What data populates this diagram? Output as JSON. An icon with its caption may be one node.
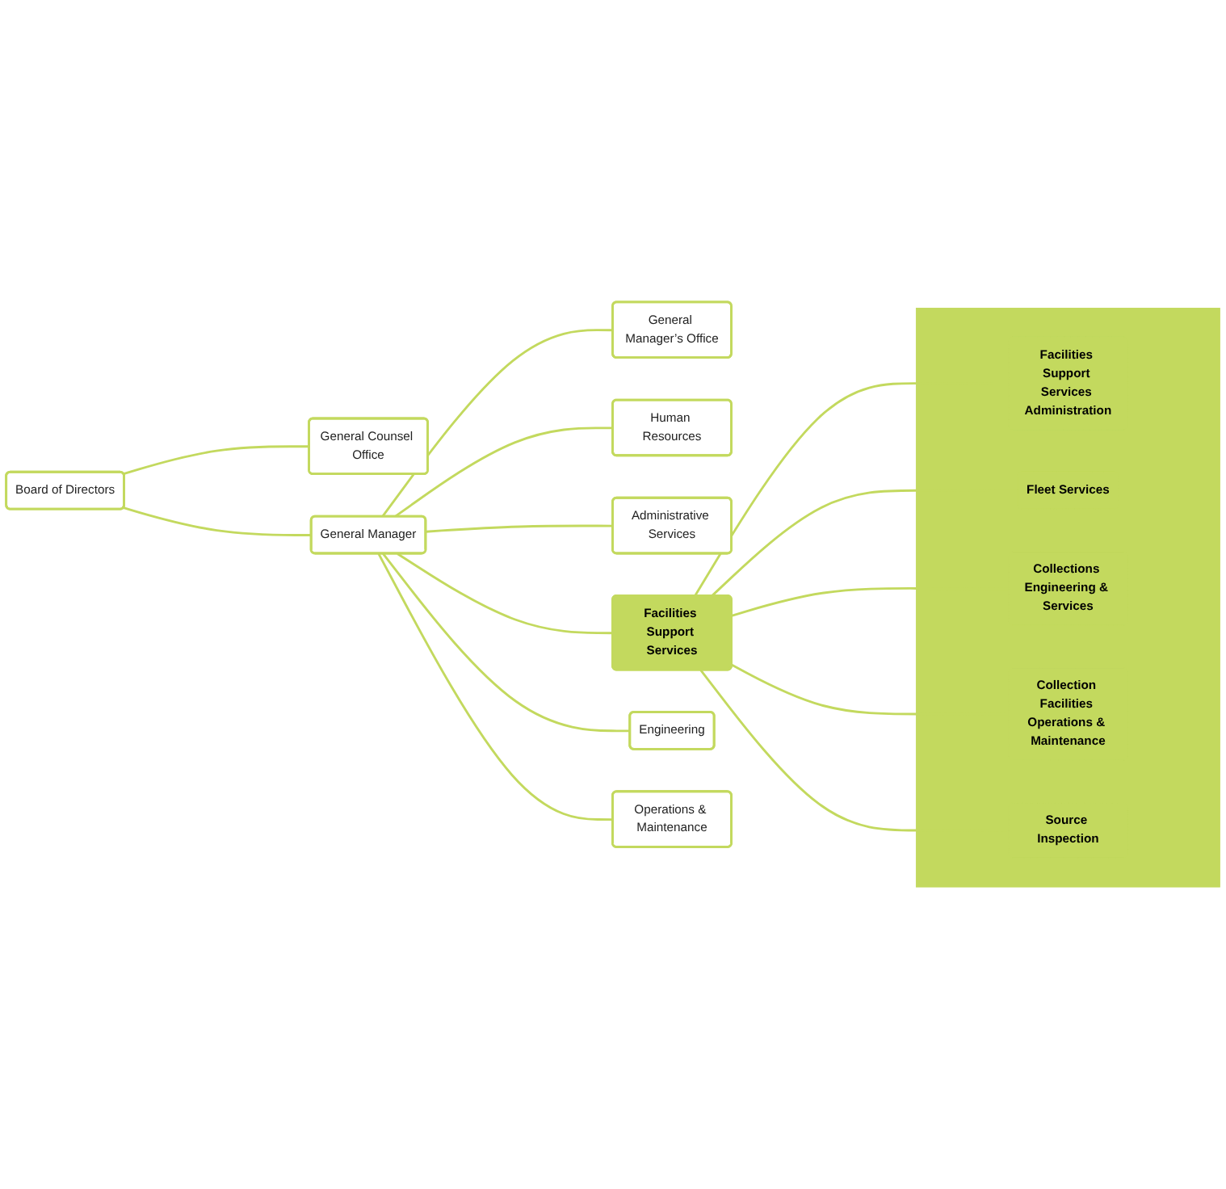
{
  "diagram": {
    "nodes": [
      {
        "text": [
          "Board of Directors"
        ]
      },
      {
        "text": [
          "General Counsel Office"
        ]
      },
      {
        "text": [
          "General Manager"
        ]
      },
      {
        "text": [
          "General Manager’s Office"
        ]
      },
      {
        "text": [
          "Human Resources"
        ]
      },
      {
        "text": [
          "Administrative Services"
        ]
      },
      {
        "text": [
          "Facilities Support Services"
        ]
      },
      {
        "text": [
          "Engineering"
        ]
      },
      {
        "text": [
          "Operations & Maintenance"
        ]
      },
      {
        "text": [],
        "shape": "box"
      },
      {
        "text": [
          "Facilities Support Services Administration"
        ],
        "in": 9
      },
      {
        "text": [
          "Fleet Services"
        ],
        "in": 9
      },
      {
        "text": [
          "Collections Engineering & Services"
        ],
        "in": 9
      },
      {
        "text": [
          "Collection Facilities Operations & Maintenance"
        ],
        "in": 9
      },
      {
        "text": [
          "Source Inspection"
        ],
        "in": 9
      }
    ],
    "edges": [
      {
        "from": 0,
        "to": 1,
        "arrow": "none"
      },
      {
        "from": 0,
        "to": 2,
        "arrow": "none"
      },
      {
        "from": 2,
        "to": 3,
        "arrow": "none"
      },
      {
        "from": 2,
        "to": 4,
        "arrow": "none"
      },
      {
        "from": 2,
        "to": 5,
        "arrow": "none"
      },
      {
        "from": 2,
        "to": 6,
        "arrow": "none"
      },
      {
        "from": 2,
        "to": 7,
        "arrow": "none"
      },
      {
        "from": 2,
        "to": 8,
        "arrow": "none"
      },
      {
        "from": 6,
        "to": 10,
        "arrow": "none"
      },
      {
        "from": 6,
        "to": 11,
        "arrow": "none"
      },
      {
        "from": 6,
        "to": 12,
        "arrow": "none"
      },
      {
        "from": 6,
        "to": 13,
        "arrow": "none"
      },
      {
        "from": 6,
        "to": 14,
        "arrow": "none"
      }
    ]
  }
}
